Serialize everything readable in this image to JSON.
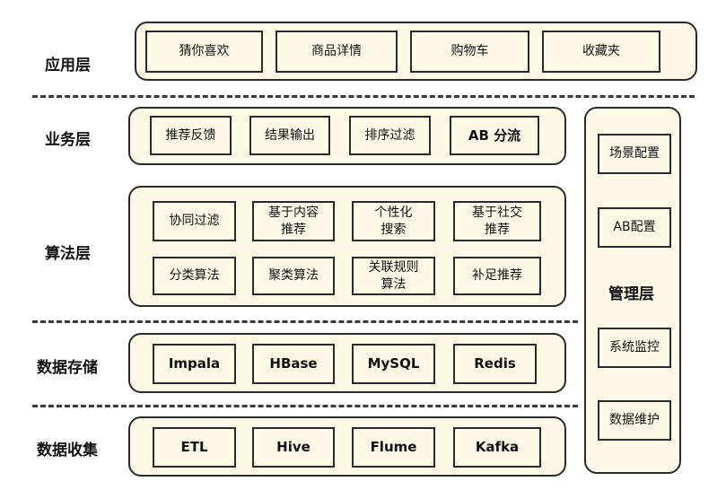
{
  "layers": {
    "app": {
      "label": "应用层",
      "items": [
        "猜你喜欢",
        "商品详情",
        "购物车",
        "收藏夹"
      ]
    },
    "business": {
      "label": "业务层",
      "items": [
        "推荐反馈",
        "结果输出",
        "排序过滤",
        "AB 分流"
      ]
    },
    "algorithm": {
      "label": "算法层",
      "items": [
        "协同过滤",
        "基于内容\n推荐",
        "个性化\n搜索",
        "基于社交\n推荐",
        "分类算法",
        "聚类算法",
        "关联规则\n算法",
        "补足推荐"
      ]
    },
    "storage": {
      "label": "数据存储",
      "items": [
        "Impala",
        "HBase",
        "MySQL",
        "Redis"
      ]
    },
    "collection": {
      "label": "数据收集",
      "items": [
        "ETL",
        "Hive",
        "Flume",
        "Kafka"
      ]
    }
  },
  "management": {
    "label": "管理层",
    "items": [
      "场景配置",
      "AB配置",
      "系统监控",
      "数据维护"
    ]
  },
  "colors": {
    "panel_fill": "#fdf9e6",
    "border": "#2a2a2a",
    "dash": "#3a3a3a"
  }
}
